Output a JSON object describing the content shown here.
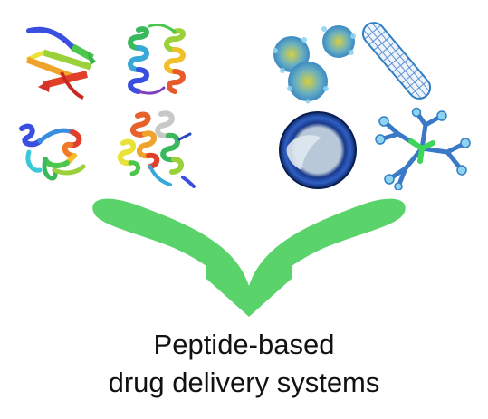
{
  "figure": {
    "caption_line1": "Peptide-based",
    "caption_line2": "drug delivery systems"
  },
  "left_group": {
    "structures": [
      {
        "name": "beta-sheet-peptide",
        "icon": "ribbon-beta-sheet"
      },
      {
        "name": "helix-hairpin-peptide",
        "icon": "ribbon-helix-hairpin"
      },
      {
        "name": "mixed-fold-peptide",
        "icon": "ribbon-mixed-fold"
      },
      {
        "name": "helix-bundle-peptide",
        "icon": "ribbon-helix-bundle"
      }
    ]
  },
  "right_group": {
    "carriers": [
      {
        "name": "nanoparticle-cluster",
        "icon": "nanoparticles"
      },
      {
        "name": "nanotube",
        "icon": "carbon-nanotube"
      },
      {
        "name": "liposome",
        "icon": "liposome-cross-section"
      },
      {
        "name": "dendrimer",
        "icon": "dendrimer"
      }
    ]
  },
  "colors": {
    "arrow": "#5ad36a",
    "caption": "#111111",
    "carrier_blue": "#2f7fc4",
    "carrier_light": "#8fd3f0",
    "dendrimer_core": "#3fd45a"
  }
}
